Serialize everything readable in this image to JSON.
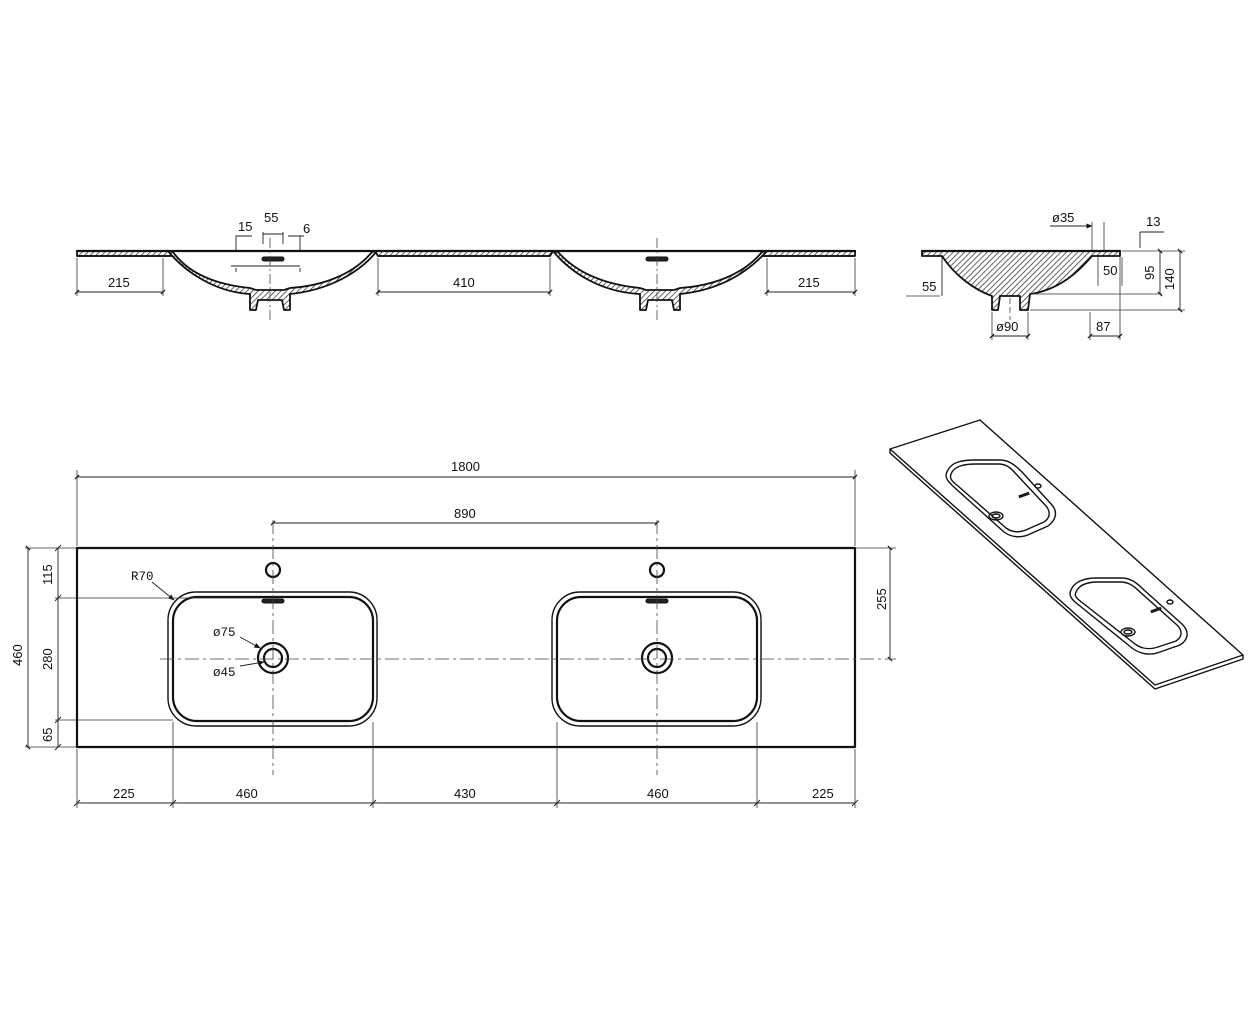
{
  "front_view": {
    "dims": {
      "tap_offset": "15",
      "tap_width": "55",
      "tap_gap": "6",
      "left_edge": "215",
      "between_bowls": "410",
      "right_edge": "215"
    }
  },
  "side_view": {
    "dims": {
      "tap_hole": "ø35",
      "top_thickness": "13",
      "overflow": "50",
      "bowl_depth": "95",
      "total_depth": "140",
      "edge": "55",
      "drain": "ø90",
      "drain_offset": "87"
    }
  },
  "plan_view": {
    "dims": {
      "total_width": "1800",
      "tap_spacing": "890",
      "radius": "R70",
      "drain_outer": "ø75",
      "drain_inner": "ø45",
      "total_depth": "460",
      "front_margin": "115",
      "bowl_depth": "280",
      "back_margin": "65",
      "centre_offset": "255",
      "bottom_dims": [
        "225",
        "460",
        "430",
        "460",
        "225"
      ]
    }
  }
}
